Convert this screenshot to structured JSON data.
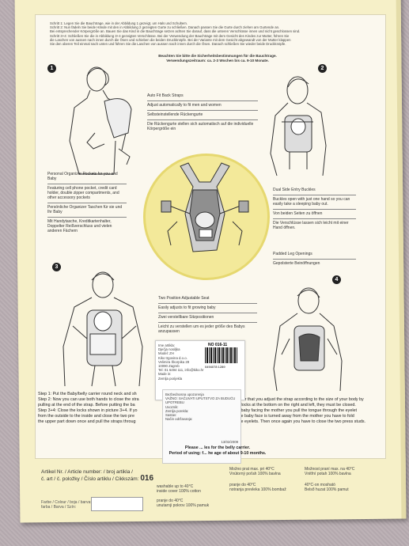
{
  "steps_de": [
    "Schritt 1: Legen Sie die Bauchtrage, wie in der Abbildung 1 gezeigt, um Hals und Schultern.",
    "Schritt 2: Nun fädeln Sie beide Hände mit den in Abbildung 2 gezeigten Gurte zu schließen. Danach passen Sie die Gurte durch ziehen am Gurtende an.",
    "Bei entsprechender Körpergröße an. Bauen Sie das Kind in die Bauchtrage setzen achten Sie darauf, dass die unteren Verschlüsse innen und nicht geschlossen sind.",
    "Schritt 3+4: Schließen Sie die in Abbildung 3+4 gezeigten Verschlüsse. Bei der Verwendung der Bauchtrage mit dem Gesicht des Kindes zur Mutter, führen Sie",
    "die Laschen von aussen nach innen durch die Ösen und schieben die beiden Druckknöpfe. Bei der Variante mit dem Gesicht abgewandt von der Mutter klappen",
    "Sie den oberen Teil einmal nach unten und führen Sie die Laschen von aussen nach innen durch die Ösen. Danach schließen Sie wieder beide Druckknöpfe."
  ],
  "subtitle_de": [
    "Beachten Sie bitte die Sicherheitsbestimmungen für die Bauchtrage.",
    "Verwendungszeitraum: ca. 2-3 Wochen bis ca. 9-10 Monate."
  ],
  "numbers": [
    "1",
    "2",
    "3",
    "4"
  ],
  "features": {
    "back_straps": [
      "Auto Fit Back Straps",
      "Adjust automatically to fit men and women",
      "Selbsteinstellende Rückengurte",
      "Die Rückengurte stellen sich automatisch auf die individuelle Körpergröße ein"
    ],
    "pockets": [
      "Personal Organizer Pockets for you and Baby",
      "Featuring cell phone pocket, credit card holder, double zipper compartments, and other accessory pockets",
      "Persönliche Organizer Taschen für sie und Ihr Baby",
      "Mit Handytasche, Kreditkartenhalter, Doppelter Reißverschluss und vielen anderen Fächern"
    ],
    "buckles": [
      "Dual Side Entry Buckles",
      "Buckles open with just one hand so you can easily take a sleeping baby out.",
      "Von beiden Seiten zu öffnen",
      "Die Verschlüsse lassen sich leicht mit einer Hand öffnen."
    ],
    "legs": [
      "Padded Leg Openings",
      "Gepolsterte Beinöffnungen"
    ],
    "seat": [
      "Two Position Adjustable Seat",
      "Easily adjusts to fit growing baby",
      "Zwei verstellbare Sitzpositionen",
      "Leicht zu verstellen um es jeder größe des Babys anzupassen"
    ]
  },
  "steps_en": [
    "Step 1: Put the Baby/belly carrier round neck and sh",
    "Step 2: Now you can use both hands to close the stra",
    "pulling at the end of the strap. Before putting the ba",
    "Step 3+4: Close the locks shown in picture 3+4. If yo",
    "from the outside to the inside and close the two pre",
    "the upper part down once and pull the straps throug"
  ],
  "steps_en_right": [
    "After that you adjust the strap according to the size of your body by",
    "e locks at the bottom on the right and left, they must be closed.",
    "e baby facing the mother you pull the tongue through the eyelet",
    "the baby face is turned away from the mother you have to fold",
    "the eyelets. Then once again you have to close the two press studs."
  ],
  "sticker": {
    "lines": [
      "Ime artikla:",
      "Dječja nosiljka",
      "Model: ZH",
      "Kiko trgovina d.o.o.",
      "Velimira Škorpika 28",
      "10090 Zagreb",
      "Tel: 01 6494 111, info@kiko.hr",
      "Made in:",
      "Zemlja porijekla"
    ],
    "code": "NO 016-11",
    "ean": "0494078 1289"
  },
  "sticker2": [
    "Bezbednosna upozorenja",
    "VAŽNO: SAČUVATI UPUTSTVO ZA BUDUĆU UPOTREBU",
    "Uvoznik:",
    "Zemlja porekla:",
    "Sastav:",
    "Način održavanja:",
    "13/02/2009"
  ],
  "warn": [
    "Please ... les for the belly carrier.",
    "Period of using: f... he age of about 9-10 months."
  ],
  "article": {
    "line1": "Artikel Nr. / Article number: / broj artikla /",
    "line2": "č. art / č. položky / Číslo artiklu / Cikkszám:",
    "number": "016"
  },
  "farbe": [
    "Farbe / Colour / boja / barva:",
    "farba / Barva / Szín:"
  ],
  "care_col1": [
    "washable up to 40°C",
    "inside cover 100% cotton",
    "pranje do 40°C",
    "unutarnji pokrov 100% pamuk"
  ],
  "care_col2": [
    "Možno prat max. pri 40°C",
    "Vnútorný poťah 100% bavlna",
    "pranje do 40°C",
    "notranja prevleka 100% bombaž"
  ],
  "care_col3": [
    "Možnost praní max. na 40°C",
    "Vnitřní potah 100% bavlna",
    "40°C-on mosható",
    "Belső huzat 100% pamut"
  ]
}
